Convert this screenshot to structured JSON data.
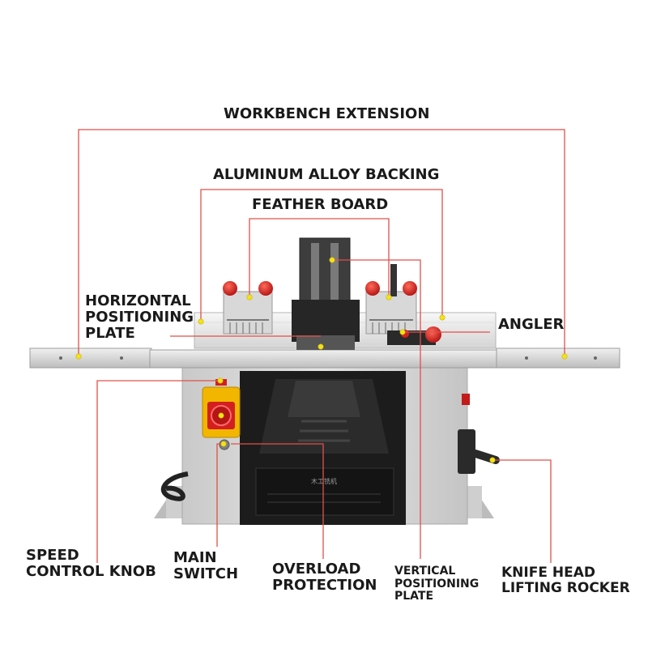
{
  "labels": {
    "workbench_extension": "WORKBENCH EXTENSION",
    "aluminum_alloy_backing": "ALUMINUM ALLOY BACKING",
    "feather_board": "FEATHER BOARD",
    "horizontal_positioning_plate": [
      "HORIZONTAL",
      "POSITIONING",
      "PLATE"
    ],
    "angler": "ANGLER",
    "speed_control_knob": [
      "SPEED",
      "CONTROL KNOB"
    ],
    "main_switch": [
      "MAIN",
      "SWITCH"
    ],
    "overload_protection": [
      "OVERLOAD",
      "PROTECTION"
    ],
    "vertical_positioning_plate": [
      "VERTICAL",
      "POSITIONING",
      "PLATE"
    ],
    "knife_head_lifting_rocker": [
      "KNIFE HEAD",
      "LIFTING ROCKER"
    ]
  },
  "machine_panel": {
    "nameplate_title": "木工铣机"
  },
  "colors": {
    "leader_line": "#e0504a",
    "marker_dot": "#f4e21a",
    "cabinet": "#dcdcdc",
    "knob_red": "#d41f1f",
    "switch_yellow": "#f2b600",
    "panel_dark": "#1c1c1c"
  }
}
